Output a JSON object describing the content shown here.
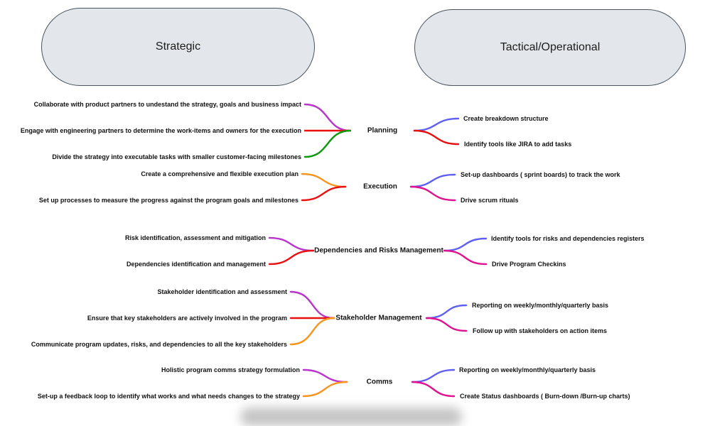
{
  "header": {
    "strategic_label": "Strategic",
    "tactical_label": "Tactical/Operational"
  },
  "colors": {
    "magenta": "#b934cb",
    "red": "#e81111",
    "green": "#0c990c",
    "orange": "#f8941d",
    "blue": "#5f5ff5",
    "pink": "#e0118f",
    "oval_fill": "#e3e7eb",
    "oval_border": "#49545f"
  },
  "mindmap": {
    "nodes": [
      {
        "label": "Planning",
        "left": [
          "Collaborate with product partners to undestand the strategy, goals and business impact",
          "Engage with engineering partners to determine the work-items and owners for the execution",
          "Divide the strategy into executable tasks with smaller customer-facing milestones"
        ],
        "right": [
          "Create breakdown structure",
          "Identify tools like JIRA to add tasks"
        ]
      },
      {
        "label": "Execution",
        "left": [
          "Create a comprehensive and flexible execution plan",
          "Set up processes to measure the progress against the program goals and milestones"
        ],
        "right": [
          "Set-up dashboards ( sprint boards) to track the work",
          "Drive scrum rituals"
        ]
      },
      {
        "label": "Dependencies and Risks Management",
        "left": [
          "Risk identification, assessment and mitigation",
          "Dependencies identification and management"
        ],
        "right": [
          "Identify tools for risks and dependencies registers",
          "Drive Program Checkins"
        ]
      },
      {
        "label": "Stakeholder Management",
        "left": [
          "Stakeholder identification and assessment",
          "Ensure that key stakeholders are actively involved in the program",
          "Communicate program updates, risks, and dependencies to all the key stakeholders"
        ],
        "right": [
          "Reporting on weekly/monthly/quarterly basis",
          "Follow up with stakeholders on action items"
        ]
      },
      {
        "label": "Comms",
        "left": [
          "Holistic program comms strategy formulation",
          "Set-up a feedback loop to identify what works and what needs changes to the strategy"
        ],
        "right": [
          "Reporting on weekly/monthly/quarterly basis",
          "Create Status dashboards ( Burn-down /Burn-up charts)"
        ]
      }
    ]
  }
}
